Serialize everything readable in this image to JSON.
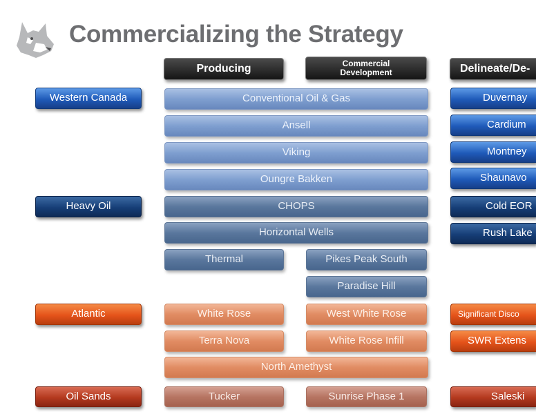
{
  "title": "Commercializing the Strategy",
  "columns": {
    "producing": "Producing",
    "commercial_line1": "Commercial",
    "commercial_line2": "Development",
    "delineate": "Delineate/De-"
  },
  "categories": {
    "western_canada": "Western Canada",
    "heavy_oil": "Heavy Oil",
    "atlantic": "Atlantic",
    "oil_sands": "Oil Sands"
  },
  "items": {
    "conventional": "Conventional Oil & Gas",
    "ansell": "Ansell",
    "viking": "Viking",
    "oungre": "Oungre Bakken",
    "chops": "CHOPS",
    "horizontal": "Horizontal Wells",
    "thermal": "Thermal",
    "pikes": "Pikes Peak South",
    "paradise": "Paradise Hill",
    "white_rose": "White Rose",
    "west_white_rose": "West White Rose",
    "terra_nova": "Terra Nova",
    "white_rose_infill": "White Rose Infill",
    "north_amethyst": "North Amethyst",
    "tucker": "Tucker",
    "sunrise": "Sunrise Phase 1"
  },
  "right_items": {
    "duvernay": "Duvernay",
    "cardium": "Cardium",
    "montney": "Montney",
    "shaunavon": "Shaunavo",
    "cold_eor": "Cold EOR",
    "rush_lake": "Rush Lake",
    "significant": "Significant Disco",
    "swr": "SWR Extens",
    "saleski": "Saleski"
  }
}
